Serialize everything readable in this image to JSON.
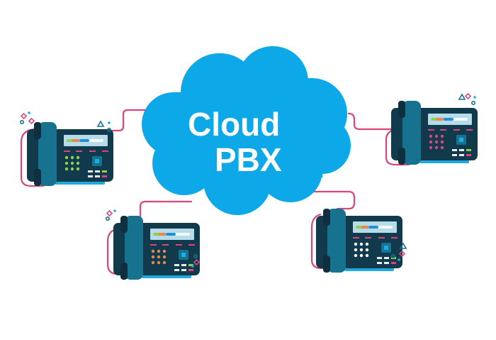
{
  "diagram": {
    "title_line1": "Cloud",
    "title_line2": "PBX",
    "colors": {
      "cloud": "#0da8e8",
      "cable": "#d9467e",
      "phone_body": "#123a4d",
      "handset": "#17728f",
      "screen_bg": "#b6dce9",
      "base": "#22a9df"
    },
    "nodes": [
      {
        "id": "cloud-pbx",
        "label": "Cloud PBX",
        "type": "cloud"
      },
      {
        "id": "phone-1",
        "type": "desk-phone",
        "position": "left",
        "keypad_color": "#8fd14f"
      },
      {
        "id": "phone-2",
        "type": "desk-phone",
        "position": "top-right",
        "keypad_color": "#d9467e"
      },
      {
        "id": "phone-3",
        "type": "desk-phone",
        "position": "bottom-left",
        "keypad_color": "#e7894a"
      },
      {
        "id": "phone-4",
        "type": "desk-phone",
        "position": "bottom-right",
        "keypad_color": "#ffffff"
      }
    ],
    "edges": [
      {
        "from": "cloud-pbx",
        "to": "phone-1"
      },
      {
        "from": "cloud-pbx",
        "to": "phone-2"
      },
      {
        "from": "cloud-pbx",
        "to": "phone-3"
      },
      {
        "from": "cloud-pbx",
        "to": "phone-4"
      }
    ]
  }
}
